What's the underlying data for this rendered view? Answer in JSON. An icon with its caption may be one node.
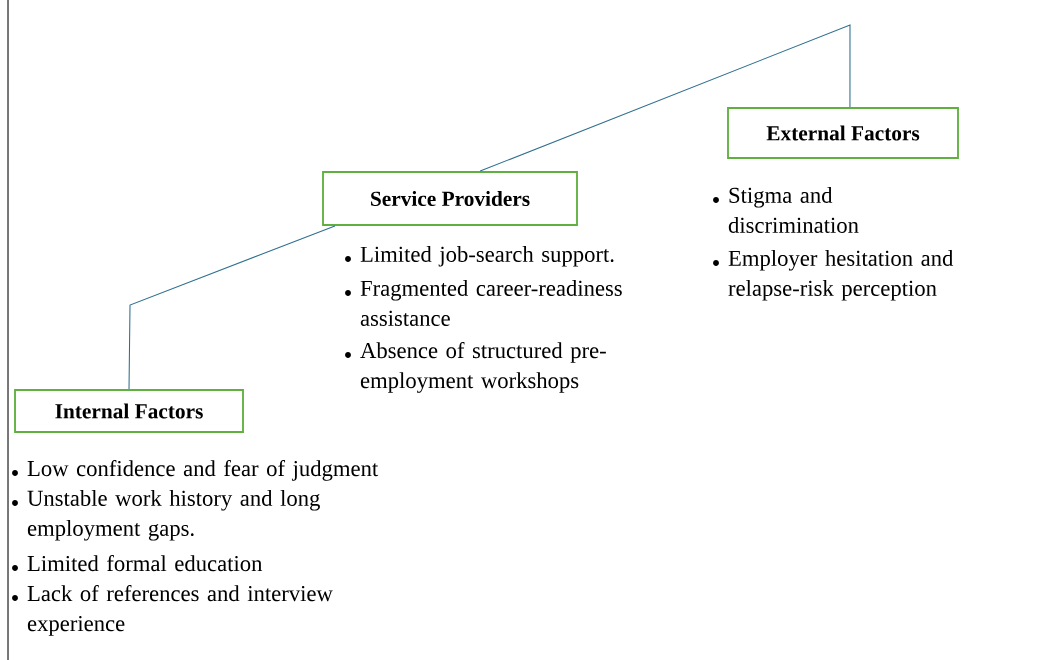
{
  "diagram": {
    "nodes": [
      {
        "text": [
          "External Factors"
        ],
        "beside": [
          "Stigma and discrimination",
          "Employer hesitation and relapse-risk perception"
        ]
      },
      {
        "text": [
          "Service Providers"
        ],
        "beside": [
          "Limited job-search support.",
          "Fragmented career-readiness assistance",
          "Absence of structured pre-employment workshops"
        ]
      },
      {
        "text": [
          "Internal Factors"
        ],
        "beside": [
          "Low confidence and fear of judgment",
          "Unstable work history and long employment gaps.",
          "Limited formal education",
          "Lack of references and interview experience"
        ]
      }
    ],
    "edges": [
      {
        "from": 2,
        "to": 1,
        "arrow": "none"
      },
      {
        "from": 1,
        "to": 0,
        "arrow": "none"
      }
    ]
  }
}
